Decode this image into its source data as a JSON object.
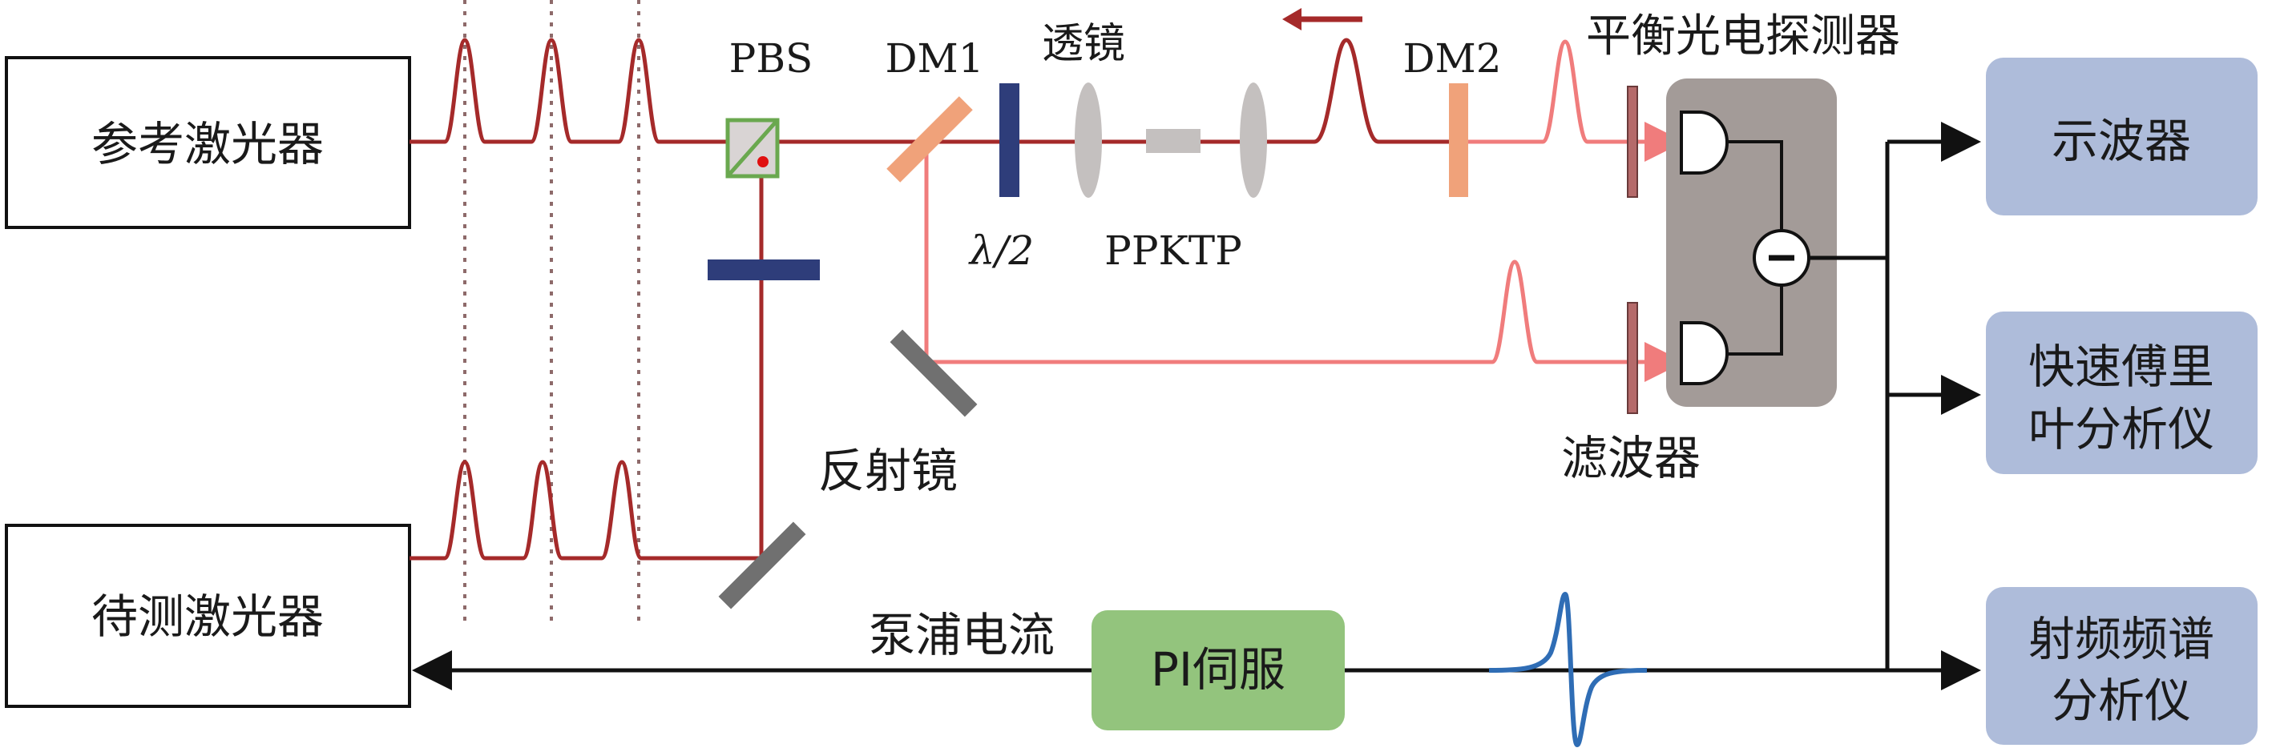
{
  "labels": {
    "ref_laser": "参考激光器",
    "test_laser": "待测激光器",
    "pbs": "PBS",
    "dm1": "DM1",
    "lens": "透镜",
    "dm2": "DM2",
    "bpd": "平衡光电探测器",
    "half_wave": "λ/2",
    "ppktp": "PPKTP",
    "mirror": "反射镜",
    "filter": "滤波器",
    "oscilloscope": "示波器",
    "fft_line1": "快速傅里",
    "fft_line2": "叶分析仪",
    "rf_line1": "射频频谱",
    "rf_line2": "分析仪",
    "pi_servo": "PI伺服",
    "pump_current": "泵浦电流"
  },
  "colors": {
    "beam_dark": "#a52a2a",
    "beam_light": "#f07c7c",
    "plate_blue": "#2e3d7a",
    "dm_orange": "#f0a27a",
    "lens_grey": "#c4c0bf",
    "mirror_grey": "#707070",
    "pbs_green": "#6aa84f",
    "detector_box": "#a39b98",
    "instrument_box": "#aebcda",
    "pi_box": "#93c47d",
    "error_signal": "#2f6db5",
    "dotted_line": "#8e6a6a"
  }
}
